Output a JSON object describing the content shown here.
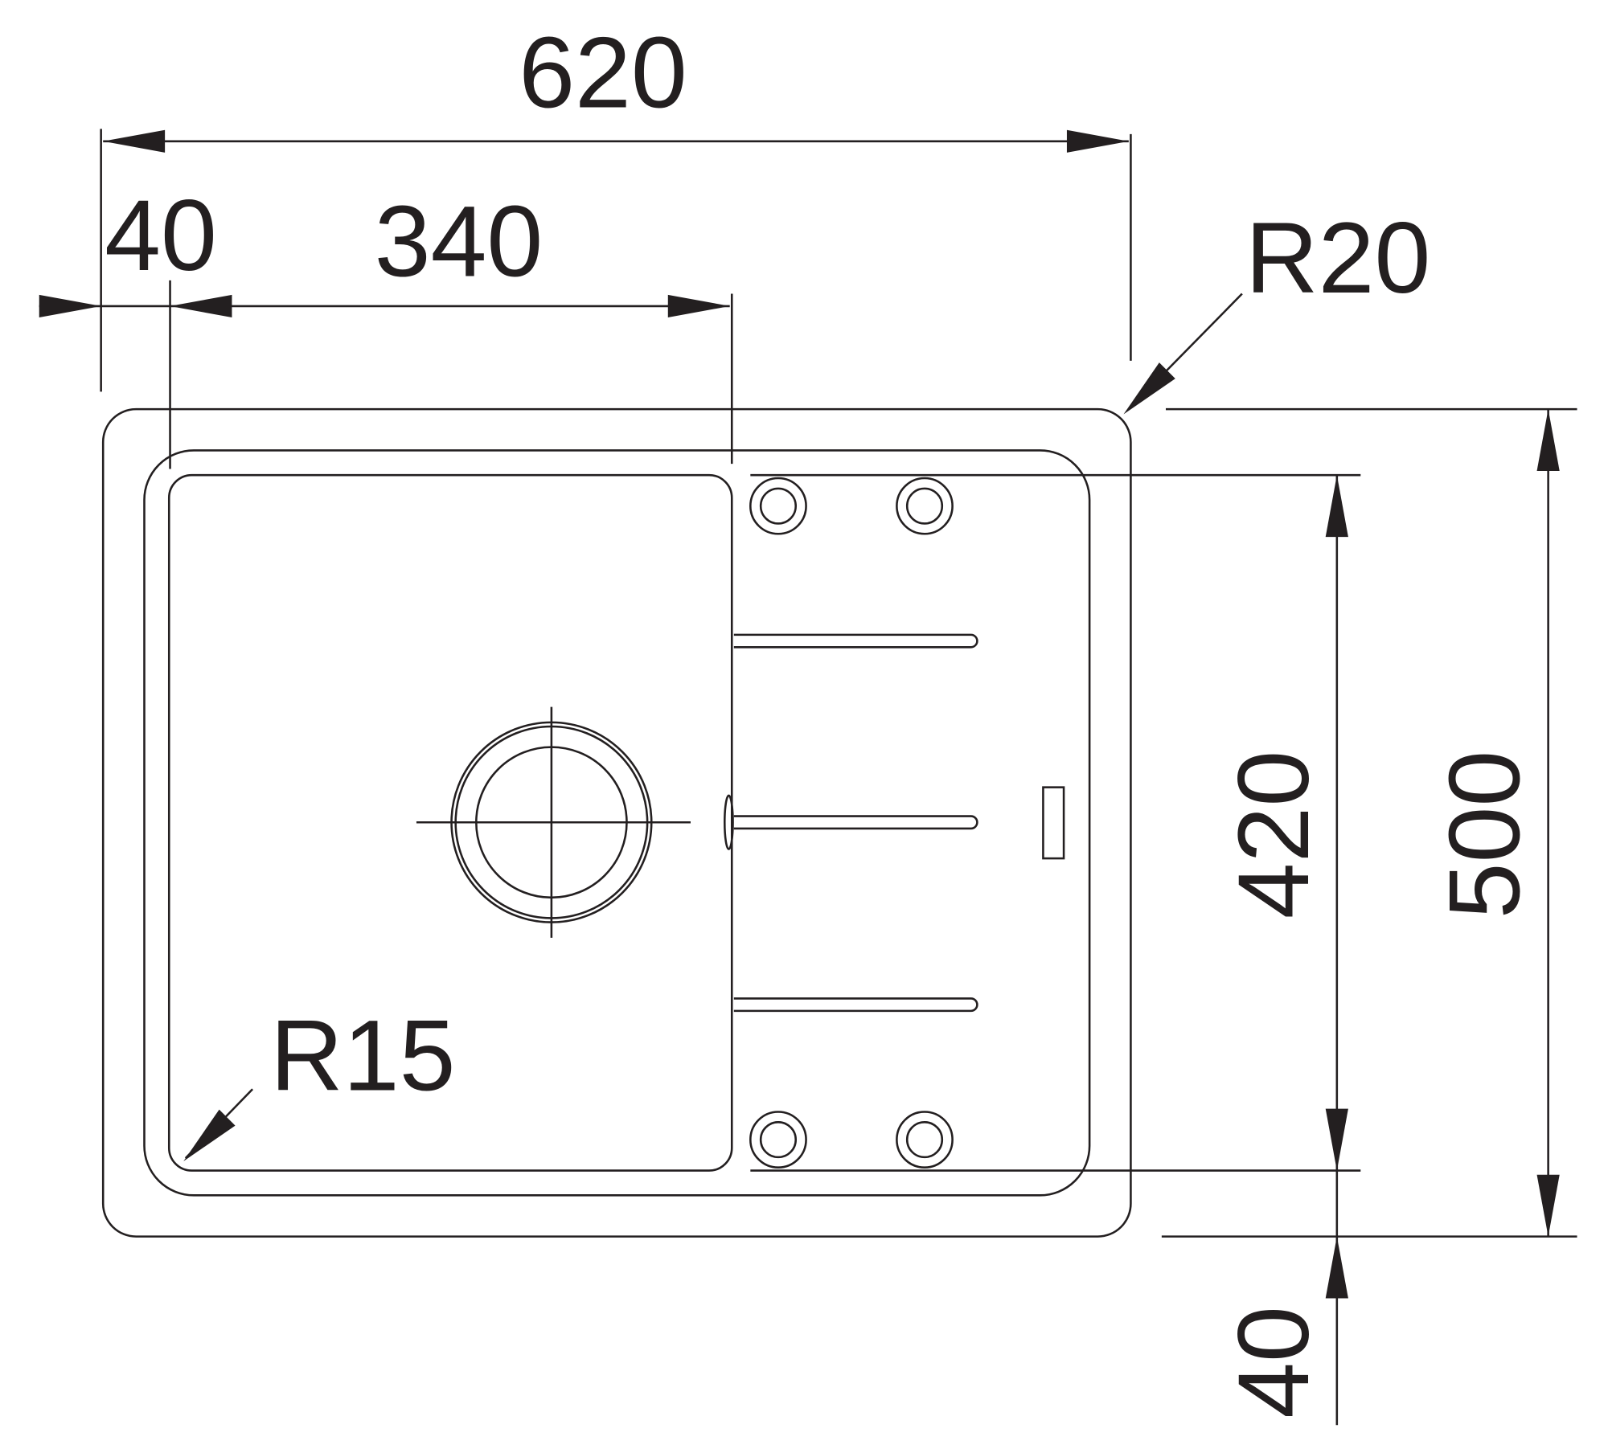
{
  "drawing": {
    "dimensions": {
      "overall_width": "620",
      "rim_offset_left": "40",
      "bowl_width": "340",
      "corner_radius_outer": "R20",
      "corner_radius_bowl": "R15",
      "inner_depth": "420",
      "overall_depth": "500",
      "rim_offset_bottom": "40"
    },
    "line_color": "#231f20"
  }
}
